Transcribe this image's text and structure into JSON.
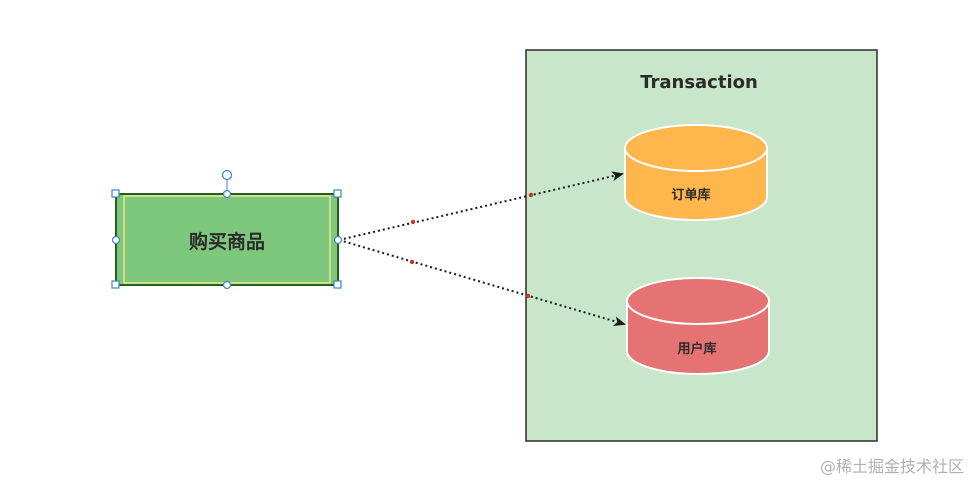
{
  "diagram": {
    "action_box": {
      "label": "购买商品",
      "fill": "#7ec87e",
      "stroke": "#1f5f1f"
    },
    "transaction": {
      "title": "Transaction",
      "fill": "#c8e6c9",
      "stroke": "#2b2b2b"
    },
    "databases": [
      {
        "label": "订单库",
        "fill": "#ffb74d",
        "stroke": "#ffffff"
      },
      {
        "label": "用户库",
        "fill": "#e57373",
        "stroke": "#ffffff"
      }
    ],
    "connector_color": "#1a1a1a",
    "selection_handle_color": "#3a86c8"
  },
  "watermark": "@稀土掘金技术社区"
}
